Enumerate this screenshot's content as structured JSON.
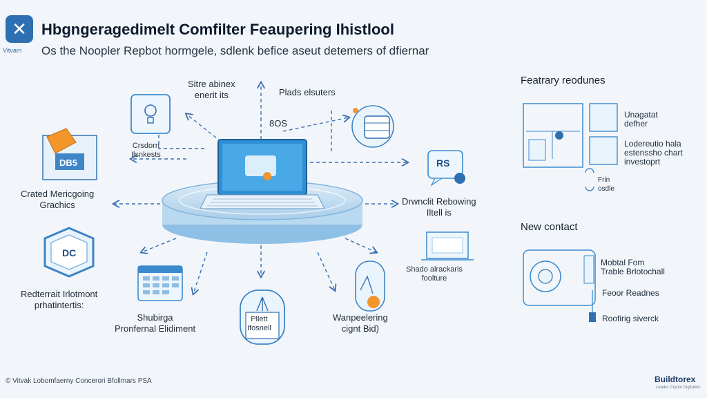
{
  "header": {
    "logo_caption": "Vitvam",
    "title": "Hbgngeragedimelt Comfilter Feaupering Ihistlool",
    "subtitle": "Os the Noopler Repbot hormgele, sdlenk befice aseut detemers of dfiernar"
  },
  "diagram": {
    "laptop_screen_text": "8OS",
    "nodes": [
      {
        "key": "sitre",
        "label": "Sitre abinex\nenerit its"
      },
      {
        "key": "plads",
        "label": "Plads elsuters"
      },
      {
        "key": "crsdorn",
        "label": "Crsdorn\nIlsnkests"
      },
      {
        "key": "crated",
        "label": "Crated Mericgoing\nGrachics"
      },
      {
        "key": "crated_card",
        "label": "DB5"
      },
      {
        "key": "rs",
        "label": "RS"
      },
      {
        "key": "drwnclit",
        "label": "Drwnclit Rebowing\nIltell is"
      },
      {
        "key": "dc",
        "label": "DC"
      },
      {
        "key": "redterrait",
        "label": "Redterrait Irlotmont\nprhatintertis:"
      },
      {
        "key": "shubirga",
        "label": "Shubirga\nPronfernal Elidiment"
      },
      {
        "key": "shubirga_card",
        "label": "Pllett\nIfosnell"
      },
      {
        "key": "wanpeelering",
        "label": "Wanpeelering\ncignt Bid)"
      },
      {
        "key": "shado",
        "label": "Shado alrackaris\nfoolture"
      }
    ]
  },
  "right_panel": {
    "section1_title": "Featrary reodunes",
    "section1_items": [
      {
        "label": "Unagatat\ndefher"
      },
      {
        "label": "Lodereutio hala\nestenssho chart\ninvestoprt"
      },
      {
        "label": "Frin\nosdle"
      }
    ],
    "section2_title": "New contact",
    "section2_items": [
      {
        "label": "Mobtal Fom\nTrable Brlotochall"
      },
      {
        "label": "Feoor Readnes"
      },
      {
        "label": "Roofirig siverck"
      }
    ]
  },
  "footer": {
    "left": "© Vitvak Lobomfaerny Concerori Bfollmars PSA",
    "right": "Buildtorex",
    "right_sub": "Leader Crypto Digitalms"
  }
}
